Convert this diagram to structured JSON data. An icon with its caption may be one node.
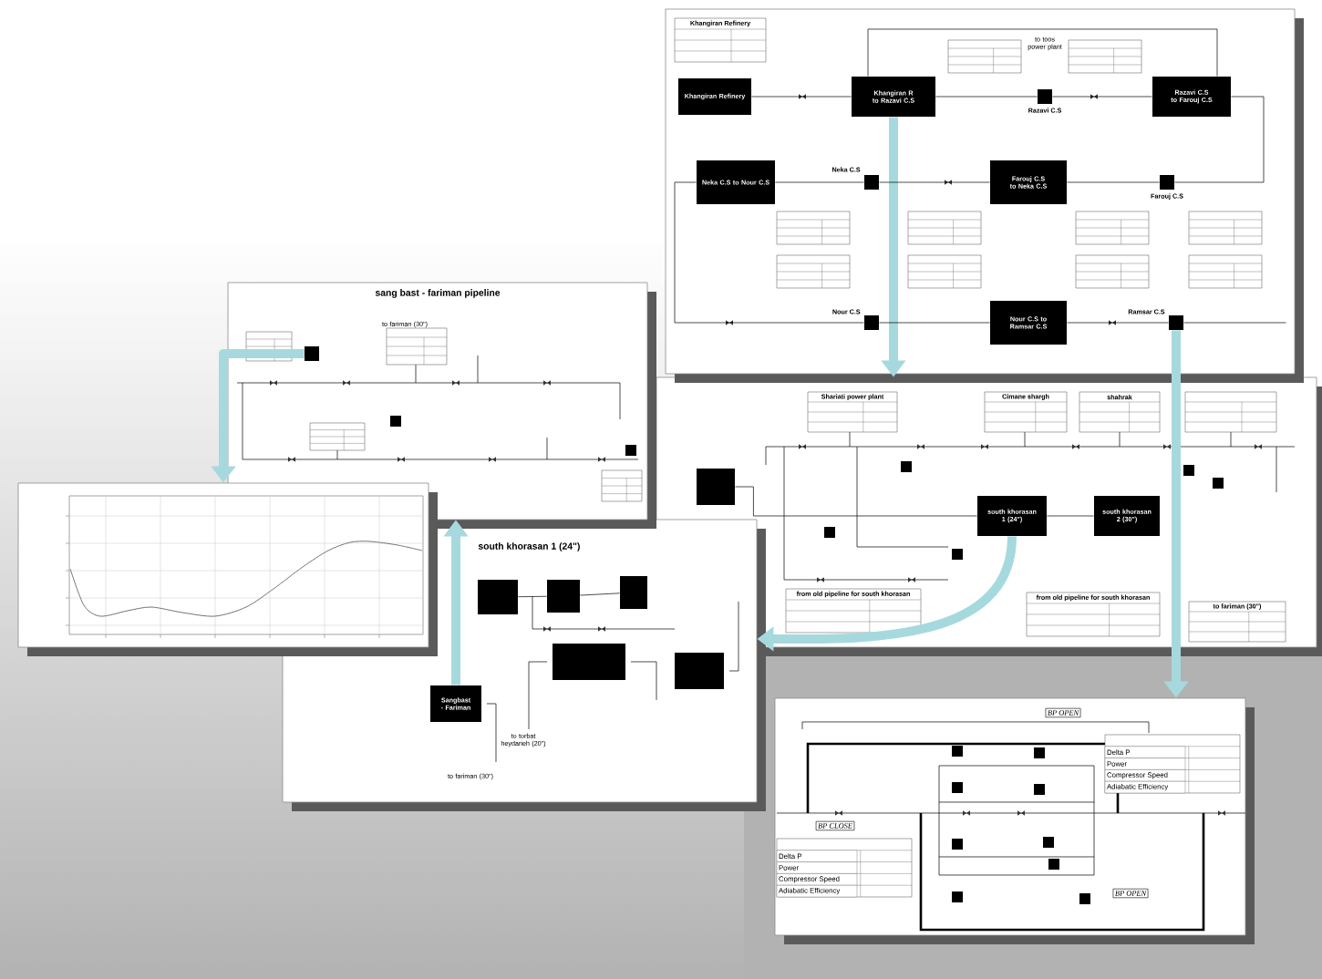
{
  "diagram": {
    "nodes": [
      {
        "text": [],
        "shape": "picture"
      },
      {
        "text": [
          "Khangiran Refinery"
        ],
        "in": 0
      },
      {
        "text": [
          "Khangiran R to Razavi C.S"
        ],
        "in": 0
      },
      {
        "text": [
          "Razavi C.S to Farouj C.S"
        ],
        "in": 0
      },
      {
        "text": [],
        "shape": "box",
        "in": 0,
        "beside": [
          "Razavi C.S"
        ]
      },
      {
        "text": [
          "Neka C.S to Nour C.S"
        ],
        "in": 0
      },
      {
        "text": [],
        "shape": "box",
        "in": 0,
        "beside": [
          "Neka C.S"
        ]
      },
      {
        "text": [
          "Farouj C.S to Neka C.S"
        ],
        "in": 0
      },
      {
        "text": [],
        "shape": "box",
        "in": 0,
        "beside": [
          "Farouj C.S"
        ]
      },
      {
        "text": [],
        "shape": "box",
        "in": 0,
        "beside": [
          "Nour C.S"
        ]
      },
      {
        "text": [
          "Nour C.S to Ramsar C.S"
        ],
        "in": 0
      },
      {
        "text": [],
        "shape": "box",
        "in": 0,
        "beside": [
          "Ramsar C.S"
        ]
      },
      {
        "text": [
          "sang bast - fariman pipeline"
        ]
      },
      {
        "text": [],
        "shape": "box",
        "in": 12
      },
      {
        "text": [],
        "shape": "picture"
      },
      {
        "text": [],
        "shape": "picture"
      },
      {
        "text": [],
        "shape": "box",
        "in": 15
      },
      {
        "text": [
          "south khorasan 1 (24\")"
        ],
        "in": 15
      },
      {
        "text": [
          "south khorasan 2 (30\")"
        ],
        "in": 15
      },
      {
        "text": [
          "south khorasan 1 (24\")"
        ]
      },
      {
        "text": [],
        "shape": "box",
        "in": 19
      },
      {
        "text": [
          "Sangbast - Fariman"
        ],
        "in": 19
      },
      {
        "text": [],
        "shape": "box",
        "in": 19
      },
      {
        "text": [],
        "shape": "box",
        "in": 19
      },
      {
        "text": [],
        "shape": "box",
        "in": 19
      },
      {
        "text": [],
        "shape": "box",
        "in": 19
      },
      {
        "text": [],
        "shape": "picture"
      }
    ],
    "edges": [
      {
        "from": 2,
        "to": 15,
        "arrow": "to",
        "style": "thick",
        "color": "#a6d9de"
      },
      {
        "from": 11,
        "to": 26,
        "arrow": "to",
        "style": "thick",
        "color": "#a6d9de"
      },
      {
        "from": 17,
        "to": 19,
        "arrow": "to",
        "style": "thick",
        "color": "#a6d9de"
      },
      {
        "from": 13,
        "to": 14,
        "arrow": "to",
        "style": "thick",
        "color": "#a6d9de"
      },
      {
        "from": 21,
        "to": 12,
        "arrow": "to",
        "style": "thick",
        "color": "#a6d9de"
      },
      {
        "from": 1,
        "to": 2,
        "arrow": "none"
      },
      {
        "from": 2,
        "to": 4,
        "arrow": "none"
      },
      {
        "from": 4,
        "to": 3,
        "arrow": "none"
      },
      {
        "from": 3,
        "to": 8,
        "arrow": "none"
      },
      {
        "from": 8,
        "to": 7,
        "arrow": "none"
      },
      {
        "from": 7,
        "to": 6,
        "arrow": "none"
      },
      {
        "from": 6,
        "to": 5,
        "arrow": "none"
      },
      {
        "from": 5,
        "to": 9,
        "arrow": "none"
      },
      {
        "from": 9,
        "to": 10,
        "arrow": "none"
      },
      {
        "from": 10,
        "to": 11,
        "arrow": "none"
      },
      {
        "from": 11,
        "to": null,
        "arrow": "none"
      },
      {
        "from": 2,
        "to": 3,
        "arrow": "none"
      },
      {
        "from": 16,
        "to": 17,
        "arrow": "none"
      },
      {
        "from": 17,
        "to": 18,
        "arrow": "none"
      },
      {
        "from": 20,
        "to": 22,
        "arrow": "none"
      },
      {
        "from": 22,
        "to": 23,
        "arrow": "none"
      }
    ],
    "labels": [
      "Khangiran Refinery",
      "to toos power plant",
      "to fariman (30\")",
      "Shariati power plant",
      "Cimane shargh",
      "shahrak",
      "from old pipeline for south khorasan",
      "from old pipeline for south khorasan",
      "to fariman (30\")",
      "to fariman (30\")",
      "to torbat heydarieh (20\")",
      "BP OPEN",
      "BP CLOSE",
      "BP OPEN",
      "Delta P",
      "Power",
      "Compressor Speed",
      "Adiabatic Efficiency",
      "Delta P",
      "Power",
      "Compressor Speed",
      "Adiabatic Efficiency"
    ]
  }
}
